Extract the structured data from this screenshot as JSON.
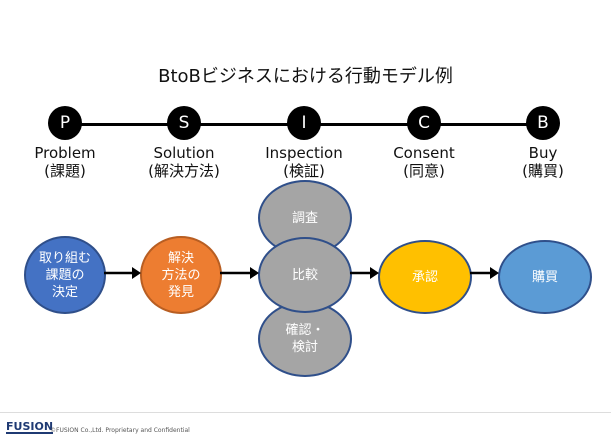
{
  "title": "BtoBビジネスにおける行動モデル例",
  "stages": [
    {
      "letter": "P",
      "en": "Problem",
      "jp": "(課題)"
    },
    {
      "letter": "S",
      "en": "Solution",
      "jp": "(解決方法)"
    },
    {
      "letter": "I",
      "en": "Inspection",
      "jp": "(検証)"
    },
    {
      "letter": "C",
      "en": "Consent",
      "jp": "(同意)"
    },
    {
      "letter": "B",
      "en": "Buy",
      "jp": "(購買)"
    }
  ],
  "nodes": {
    "problem_line1": "取り組む",
    "problem_line2": "課題の",
    "problem_line3": "決定",
    "solution_line1": "解決",
    "solution_line2": "方法の",
    "solution_line3": "発見",
    "inspect_research": "調査",
    "inspect_compare": "比較",
    "inspect_confirm_line1": "確認・",
    "inspect_confirm_line2": "検討",
    "consent": "承認",
    "buy": "購買"
  },
  "footer": {
    "logo": "FUSION",
    "copyright": "©FUSION Co.,Ltd. Proprietary and Confidential"
  },
  "colors": {
    "blue": "#4472c4",
    "orange": "#ed7d31",
    "gray": "#a5a5a5",
    "gold": "#ffc000",
    "lightblue": "#5b9bd5"
  }
}
